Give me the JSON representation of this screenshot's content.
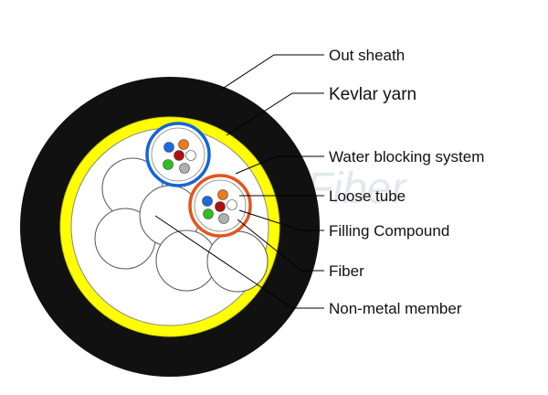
{
  "labels": {
    "out_sheath": "Out sheath",
    "kevlar_yarn": "Kevlar yarn",
    "water_blocking_system": "Water blocking system",
    "loose_tube": "Loose tube",
    "filling_compound": "Filling Compound",
    "fiber": "Fiber",
    "non_metal_member": "Non-metal member"
  },
  "watermark": "Fiber",
  "colors": {
    "out_sheath": "#111111",
    "kevlar_yarn": "#ffff00",
    "loose_tube_blue": "#1565d8",
    "loose_tube_orange": "#e0561b",
    "fiber_blue": "#1a6ae0",
    "fiber_orange": "#f07a1a",
    "fiber_red": "#b01010",
    "fiber_green": "#2ec01e",
    "fiber_white": "#ffffff",
    "fiber_gray": "#b0b0b0"
  }
}
